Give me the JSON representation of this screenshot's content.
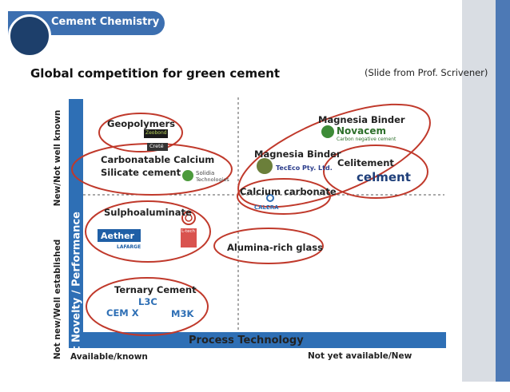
{
  "header": {
    "section": "Cement Chemistry"
  },
  "slide": {
    "title": "Global competition for green cement",
    "credit": "(Slide from Prof. Scrivener)"
  },
  "axes": {
    "y_title": "Product Novelty / Performance",
    "y_top": "New/Not well known",
    "y_bottom": "Not new/Well established",
    "x_title": "Process Technology",
    "x_left": "Available/known",
    "x_right": "Not yet available/New"
  },
  "groups": {
    "geopolymers": "Geopolymers",
    "carbonatable_1": "Carbonatable Calcium",
    "carbonatable_2": "Silicate cement",
    "sulphoaluminate": "Sulphoaluminate",
    "ternary": "Ternary Cement",
    "l3c": "L3C",
    "cemx": "CEM X",
    "m3k": "M3K",
    "magnesia_binder_1": "Magnesia Binder",
    "magnesia_binder_2": "Magnesia Binder",
    "celitement": "Celitement",
    "calcium_carbonate": "Calcium carbonate",
    "alumina_glass": "Alumina-rich glass"
  },
  "logos": {
    "novacem": "Novacem",
    "novacem_tag": "Carbon negative cement",
    "tececo": "TecEco Pty. Ltd.",
    "celitement_mark": "celment",
    "calera": "CALERA",
    "aether": "Aether",
    "lafarge": "LAFARGE",
    "solidia_1": "Solidia",
    "solidia_2": "Technologies",
    "crete": "Creté",
    "zeobond": "Zeobond",
    "ltech": "L-tech"
  },
  "colors": {
    "axis_blue": "#2e6fb5",
    "ellipse_red": "#c0392b",
    "header_blue": "#3c6fb0"
  }
}
